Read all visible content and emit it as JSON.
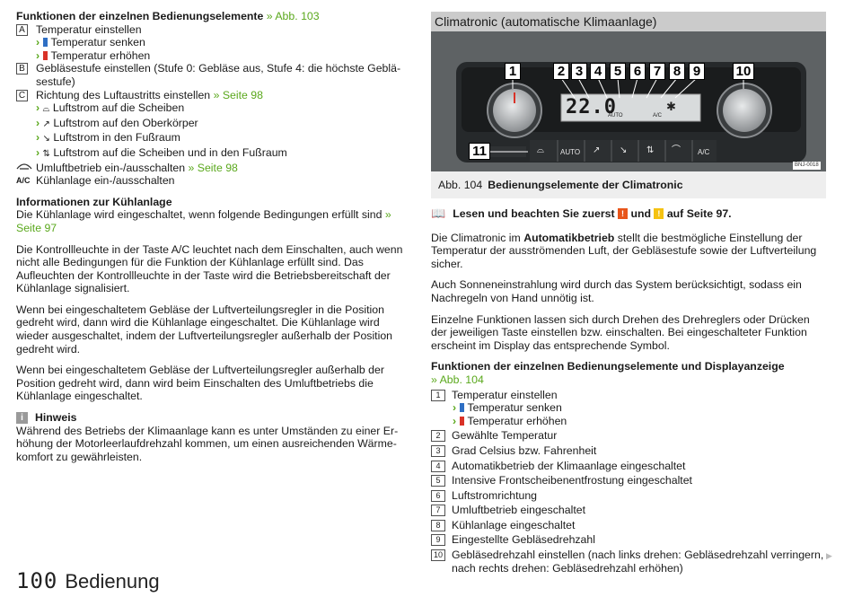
{
  "left": {
    "heading": "Funktionen der einzelnen Bedienungselemente",
    "heading_ref": "» Abb. 103",
    "items": {
      "a_key": "A",
      "a_text": "Temperatur einstellen",
      "a_sub1": "Temperatur senken",
      "a_sub2": "Temperatur erhöhen",
      "b_key": "B",
      "b_text": "Gebläsestufe einstellen (Stufe 0: Gebläse aus, Stufe 4: die höchste Geblä­sestufe)",
      "c_key": "C",
      "c_text": "Richtung des Luftaustritts einstellen",
      "c_ref": "» Seite 98",
      "c_sub1": "Luftstrom auf die Scheiben",
      "c_sub2": "Luftstrom auf den Oberkörper",
      "c_sub3": "Luftstrom in den Fußraum",
      "c_sub4": "Luftstrom auf die Scheiben und in den Fußraum",
      "recirc_text": "Umluftbetrieb ein-/ausschalten",
      "recirc_ref": "» Seite 98",
      "ac_sym": "A/C",
      "ac_text": "Kühlanlage ein-/ausschalten"
    },
    "info_heading": "Informationen zur Kühlanlage",
    "info_p1": "Die Kühlanlage wird eingeschaltet, wenn folgende Bedingungen erfüllt sind",
    "info_p1_ref": "» Seite 97",
    "info_p2": "Die Kontrollleuchte in der Taste A/C leuchtet nach dem Einschalten, auch wenn nicht alle Bedingungen für die Funktion der Kühlanlage erfüllt sind. Das Aufleuchten der Kontrollleuchte in der Taste wird die Betriebsbereitschaft der Kühlanlage signalisiert.",
    "info_p3": "Wenn bei eingeschaltetem Gebläse der Luftverteilungsregler in die Position gedreht wird, dann wird die Kühlanlage eingeschaltet. Die Kühlanlage wird wieder ausgeschaltet, indem der Luftverteilungsregler außerhalb der Position gedreht wird.",
    "info_p4": "Wenn bei eingeschaltetem Gebläse der Luftverteilungsregler außerhalb der Position gedreht wird, dann wird beim Einschalten des Umluftbetriebs die Kühlanlage eingeschaltet.",
    "note_heading": "Hinweis",
    "note_text": "Während des Betriebs der Klimaanlage kann es unter Umständen zu einer Er­höhung der Motorleerlaufdrehzahl kommen, um einen ausreichenden Wärme­komfort zu gewährleisten."
  },
  "right": {
    "section_title": "Climatronic (automatische Klimaanlage)",
    "figure": {
      "display_value": "22.0",
      "auto_label": "AUTO",
      "ac_label": "A/C",
      "image_code": "BNJ-0018",
      "callouts": [
        "1",
        "2",
        "3",
        "4",
        "5",
        "6",
        "7",
        "8",
        "9",
        "10",
        "11"
      ],
      "buttons": [
        "AUTO",
        "A/C"
      ]
    },
    "caption_num": "Abb. 104",
    "caption_text": "Bedienungselemente der Climatronic",
    "read_prefix": "Lesen und beachten Sie zuerst",
    "read_and": "und",
    "read_suffix": "auf Seite 97.",
    "p1_a": "Die Climatronic im ",
    "p1_bold": "Automatikbetrieb",
    "p1_b": " stellt die bestmögliche Einstellung der Temperatur der ausströmenden Luft, der Gebläsestufe sowie der Luftvertei­lung sicher.",
    "p2": "Auch Sonneneinstrahlung wird durch das System berücksichtigt, sodass ein Nachregeln von Hand unnötig ist.",
    "p3": "Einzelne Funktionen lassen sich durch Drehen des Drehreglers oder Drücken der jeweiligen Taste einstellen bzw. einschalten. Bei eingeschalteter Funktion erscheint im Display das entsprechende Symbol.",
    "list_heading": "Funktionen der einzelnen Bedienungselemente und Displayanzeige",
    "list_ref": "» Abb. 104",
    "list": {
      "i1": "Temperatur einstellen",
      "i1_sub1": "Temperatur senken",
      "i1_sub2": "Temperatur erhöhen",
      "i2": "Gewählte Temperatur",
      "i3": "Grad Celsius bzw. Fahrenheit",
      "i4": "Automatikbetrieb der Klimaanlage eingeschaltet",
      "i5": "Intensive Frontscheibenentfrostung eingeschaltet",
      "i6": "Luftstromrichtung",
      "i7": "Umluftbetrieb eingeschaltet",
      "i8": "Kühlanlage eingeschaltet",
      "i9": "Eingestellte Gebläsedrehzahl",
      "i10": "Gebläsedrehzahl einstellen (nach links drehen: Gebläsedrehzahl verrin­gern, nach rechts drehen: Gebläsedrehzahl erhöhen)"
    },
    "list_keys": [
      "1",
      "2",
      "3",
      "4",
      "5",
      "6",
      "7",
      "8",
      "9",
      "10"
    ]
  },
  "footer": {
    "page_number": "100",
    "section": "Bedienung"
  }
}
